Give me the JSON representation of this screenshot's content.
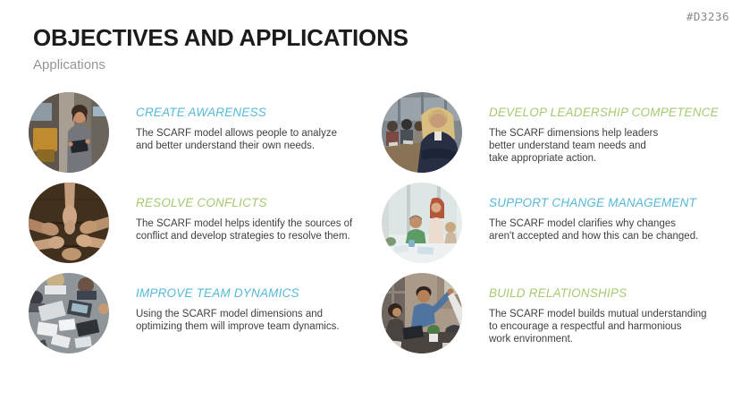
{
  "slide": {
    "code": "#D3236",
    "title": "OBJECTIVES AND APPLICATIONS",
    "subtitle": "Applications"
  },
  "colors": {
    "accent_blue": "#56b8da",
    "accent_green": "#a6c970",
    "title_text": "#1b1b1b",
    "subtitle_text": "#969696",
    "body_text": "#3f3f3f",
    "code_text": "#8a8a8a"
  },
  "items": [
    {
      "id": "create-awareness",
      "heading": "CREATE AWARENESS",
      "heading_color": "#56b8da",
      "body": "The SCARF model allows people to analyze\nand better understand their own needs.",
      "photo": "woman-with-tablet-in-workshop"
    },
    {
      "id": "develop-leadership-competence",
      "heading": "DEVELOP LEADERSHIP COMPETENCE",
      "heading_color": "#a6c970",
      "body": "The SCARF dimensions help leaders\nbetter understand team needs and\ntake appropriate action.",
      "photo": "businesswoman-arms-crossed-boardroom"
    },
    {
      "id": "resolve-conflicts",
      "heading": "RESOLVE CONFLICTS",
      "heading_color": "#a6c970",
      "body": "The SCARF model helps identify the sources of\nconflict and develop strategies to resolve them.",
      "photo": "hands-together-on-wooden-table"
    },
    {
      "id": "support-change-management",
      "heading": "SUPPORT CHANGE MANAGEMENT",
      "heading_color": "#56b8da",
      "body": "The SCARF model clarifies why changes\naren't accepted and how this can be changed.",
      "photo": "team-collaborating-bright-office"
    },
    {
      "id": "improve-team-dynamics",
      "heading": "IMPROVE TEAM DYNAMICS",
      "heading_color": "#56b8da",
      "body": "Using the SCARF model dimensions and\noptimizing them will improve team dynamics.",
      "photo": "overhead-team-meeting-desk"
    },
    {
      "id": "build-relationships",
      "heading": "BUILD RELATIONSHIPS",
      "heading_color": "#a6c970",
      "body": "The SCARF model builds mutual understanding\nto encourage a respectful and harmonious\nwork environment.",
      "photo": "colleagues-handshake-office"
    }
  ]
}
